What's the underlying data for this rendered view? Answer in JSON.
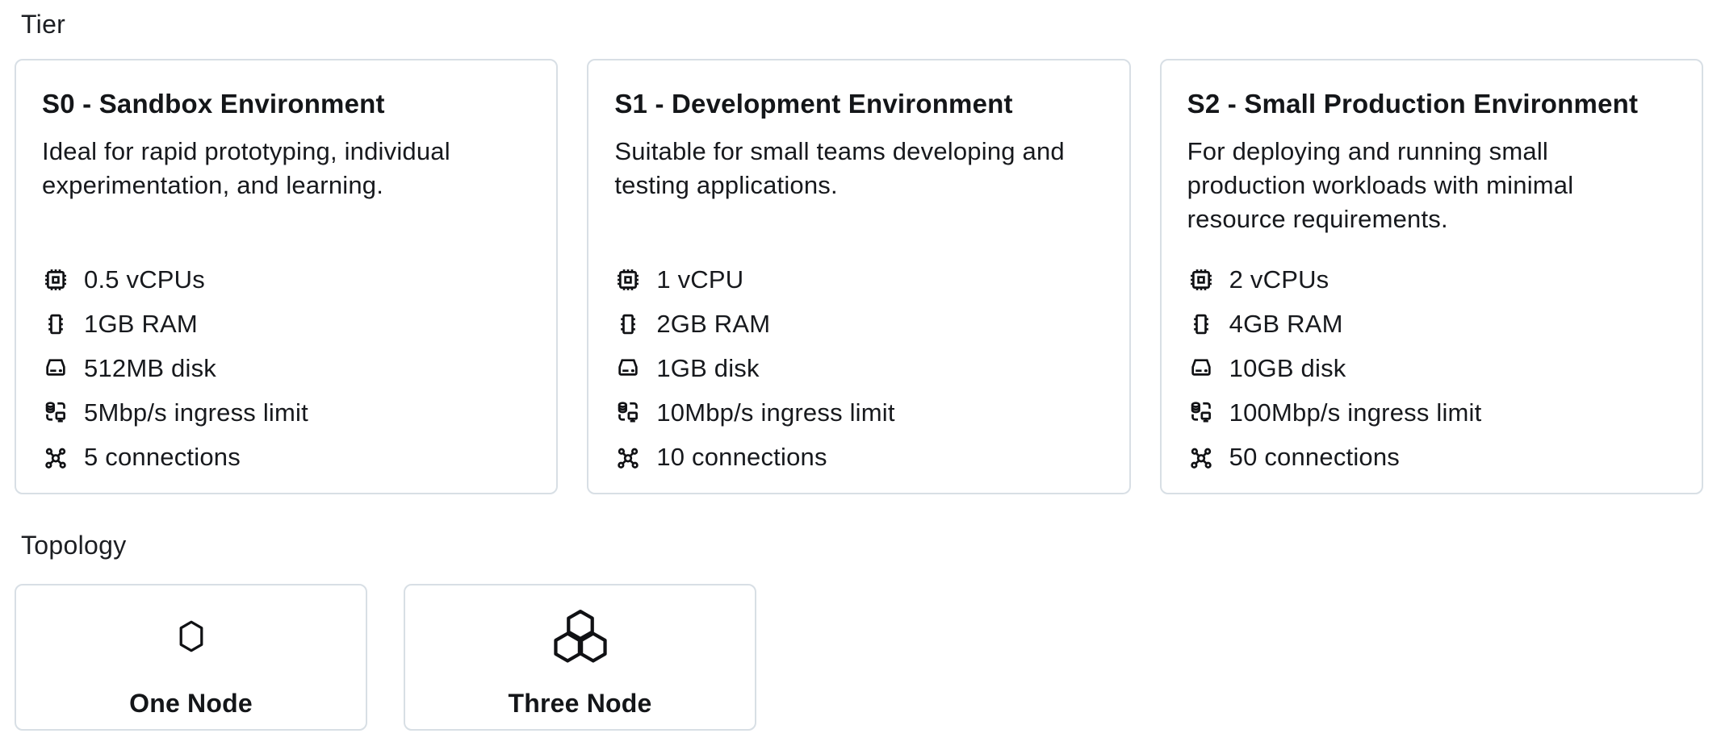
{
  "page": {
    "background_color": "#ffffff",
    "text_color": "#17191d",
    "card_border_color": "#d8dfe5"
  },
  "tier_section": {
    "label": "Tier",
    "cards": [
      {
        "title": "S0 - Sandbox Environment",
        "description": "Ideal for rapid prototyping, individual experimentation, and learning.",
        "specs": [
          {
            "icon": "cpu-icon",
            "text": "0.5 vCPUs"
          },
          {
            "icon": "ram-icon",
            "text": "1GB RAM"
          },
          {
            "icon": "disk-icon",
            "text": "512MB disk"
          },
          {
            "icon": "ingress-icon",
            "text": "5Mbp/s ingress limit"
          },
          {
            "icon": "connections-icon",
            "text": "5 connections"
          }
        ]
      },
      {
        "title": "S1 - Development Environment",
        "description": "Suitable for small teams developing and testing applications.",
        "specs": [
          {
            "icon": "cpu-icon",
            "text": "1 vCPU"
          },
          {
            "icon": "ram-icon",
            "text": "2GB RAM"
          },
          {
            "icon": "disk-icon",
            "text": "1GB disk"
          },
          {
            "icon": "ingress-icon",
            "text": "10Mbp/s ingress limit"
          },
          {
            "icon": "connections-icon",
            "text": "10 connections"
          }
        ]
      },
      {
        "title": "S2 - Small Production Environment",
        "description": "For deploying and running small production workloads with minimal resource requirements.",
        "specs": [
          {
            "icon": "cpu-icon",
            "text": "2 vCPUs"
          },
          {
            "icon": "ram-icon",
            "text": "4GB RAM"
          },
          {
            "icon": "disk-icon",
            "text": "10GB disk"
          },
          {
            "icon": "ingress-icon",
            "text": "100Mbp/s ingress limit"
          },
          {
            "icon": "connections-icon",
            "text": "50 connections"
          }
        ]
      }
    ]
  },
  "topology_section": {
    "label": "Topology",
    "options": [
      {
        "icon": "one-node-hexagon-icon",
        "label": "One Node"
      },
      {
        "icon": "three-node-hexagons-icon",
        "label": "Three Node"
      }
    ]
  }
}
